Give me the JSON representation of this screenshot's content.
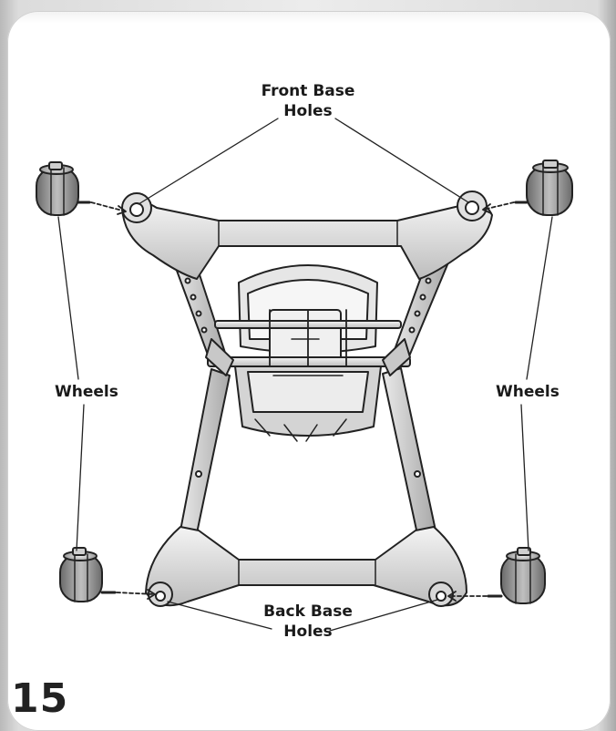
{
  "labels": {
    "front_base_holes_line1": "Front Base",
    "front_base_holes_line2": "Holes",
    "wheels_left": "Wheels",
    "wheels_right": "Wheels",
    "back_base_holes_line1": "Back Base",
    "back_base_holes_line2": "Holes"
  },
  "page_number": "15"
}
